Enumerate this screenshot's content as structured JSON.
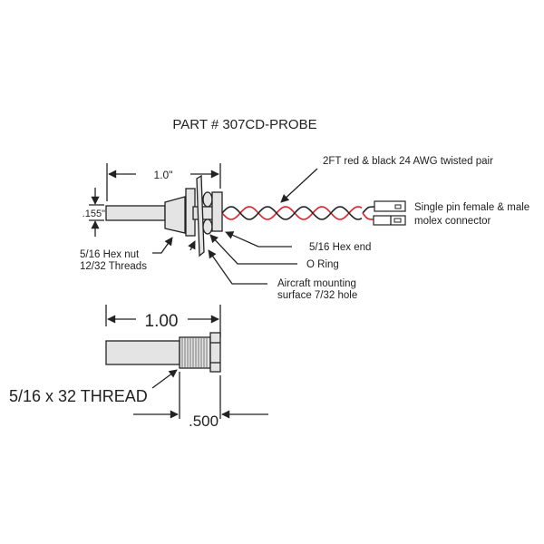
{
  "title": "PART # 307CD-PROBE",
  "top_view": {
    "length_dim": "1.0\"",
    "diameter_dim": ".155\"",
    "hex_nut_label": [
      "5/16 Hex nut",
      "12/32 Threads"
    ],
    "wire_label": "2FT red & black 24 AWG twisted pair",
    "connector_label": [
      "Single pin female & male",
      "molex connector"
    ],
    "hex_end_label": "5/16 Hex end",
    "o_ring_label": "O Ring",
    "mounting_label": [
      "Aircraft mounting",
      "surface 7/32 hole"
    ]
  },
  "bottom_view": {
    "length_dim": "1.00",
    "thread_label": "5/16 x 32 THREAD",
    "thread_length_dim": ".500"
  },
  "colors": {
    "wire_red": "#e0202a",
    "wire_black": "#222222",
    "part_fill": "#e4e4e4"
  }
}
